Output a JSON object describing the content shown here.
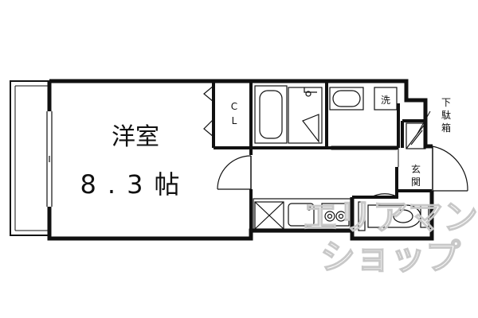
{
  "rooms": {
    "western_room_name": "洋室",
    "western_room_size": "8.3帖",
    "closet": [
      "C",
      "L"
    ],
    "washer": "洗",
    "entrance": [
      "玄",
      "関"
    ],
    "shoe_box": [
      "下",
      "駄",
      "箱"
    ]
  },
  "watermark": [
    "エリアマン",
    "ショップ"
  ]
}
